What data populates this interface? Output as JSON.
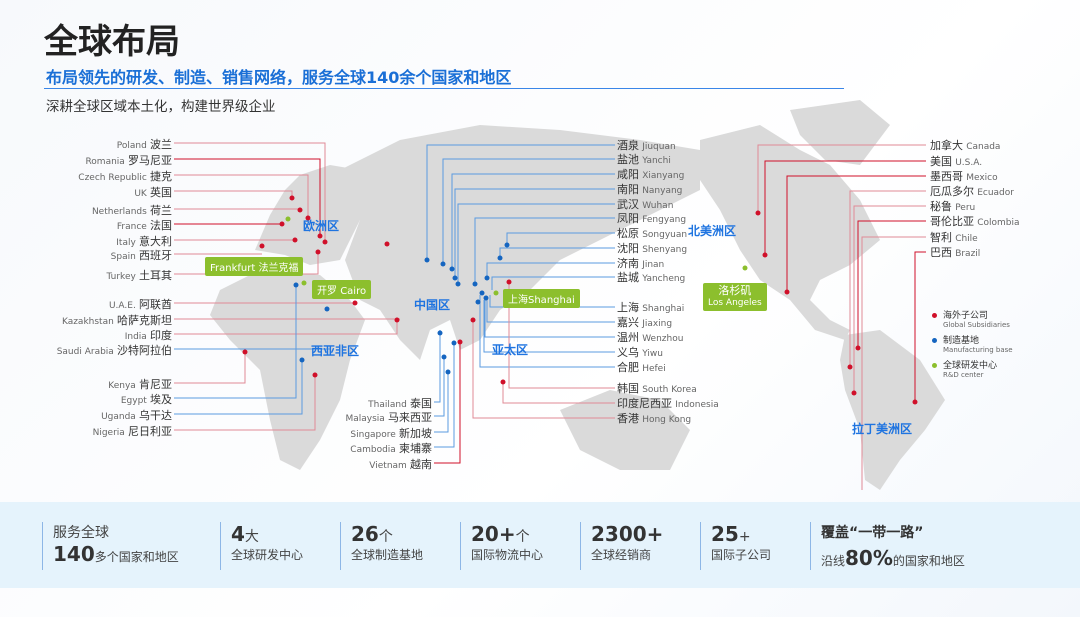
{
  "header": {
    "title": "全球布局",
    "subtitle": "布局领先的研发、制造、销售网络，服务全球140余个国家和地区",
    "tagline": "深耕全球区域本土化，构建世界级企业"
  },
  "colors": {
    "subsidiary": "#d0102a",
    "manufacturing": "#1565c0",
    "rd": "#8cbf2d",
    "accent": "#1f74e0"
  },
  "regions": {
    "europe": "欧洲区",
    "west_asia_africa": "西亚非区",
    "china": "中国区",
    "apac": "亚太区",
    "north_america": "北美洲区",
    "latin_america": "拉丁美洲区"
  },
  "rd_centers": {
    "frankfurt_en": "Frankfurt",
    "frankfurt_zh": "法兰克福",
    "cairo_zh": "开罗",
    "cairo_en": "Cairo",
    "shanghai_zh": "上海",
    "shanghai_en": "Shanghai",
    "la_zh": "洛杉矶",
    "la_en": "Los Angeles"
  },
  "left_labels": [
    {
      "en": "Poland",
      "zh": "波兰"
    },
    {
      "en": "Romania",
      "zh": "罗马尼亚"
    },
    {
      "en": "Czech Republic",
      "zh": "捷克"
    },
    {
      "en": "UK",
      "zh": "英国"
    },
    {
      "en": "Netherlands",
      "zh": "荷兰"
    },
    {
      "en": "France",
      "zh": "法国"
    },
    {
      "en": "Italy",
      "zh": "意大利"
    },
    {
      "en": "Spain",
      "zh": "西班牙"
    },
    {
      "en": "Turkey",
      "zh": "土耳其"
    },
    {
      "en": "U.A.E.",
      "zh": "阿联酋"
    },
    {
      "en": "Kazakhstan",
      "zh": "哈萨克斯坦"
    },
    {
      "en": "India",
      "zh": "印度"
    },
    {
      "en": "Saudi Arabia",
      "zh": "沙特阿拉伯"
    },
    {
      "en": "Kenya",
      "zh": "肯尼亚"
    },
    {
      "en": "Egypt",
      "zh": "埃及"
    },
    {
      "en": "Uganda",
      "zh": "乌干达"
    },
    {
      "en": "Nigeria",
      "zh": "尼日利亚"
    }
  ],
  "sea_labels": [
    {
      "en": "Thailand",
      "zh": "泰国"
    },
    {
      "en": "Malaysia",
      "zh": "马来西亚"
    },
    {
      "en": "Singapore",
      "zh": "新加坡"
    },
    {
      "en": "Cambodia",
      "zh": "柬埔寨"
    },
    {
      "en": "Vietnam",
      "zh": "越南"
    }
  ],
  "china_labels": [
    {
      "zh": "酒泉",
      "en": "Jiuquan"
    },
    {
      "zh": "盐池",
      "en": "Yanchi"
    },
    {
      "zh": "咸阳",
      "en": "Xianyang"
    },
    {
      "zh": "南阳",
      "en": "Nanyang"
    },
    {
      "zh": "武汉",
      "en": "Wuhan"
    },
    {
      "zh": "凤阳",
      "en": "Fengyang"
    },
    {
      "zh": "松原",
      "en": "Songyuan"
    },
    {
      "zh": "沈阳",
      "en": "Shenyang"
    },
    {
      "zh": "济南",
      "en": "Jinan"
    },
    {
      "zh": "盐城",
      "en": "Yancheng"
    }
  ],
  "china_labels2": [
    {
      "zh": "上海",
      "en": "Shanghai"
    },
    {
      "zh": "嘉兴",
      "en": "Jiaxing"
    },
    {
      "zh": "温州",
      "en": "Wenzhou"
    },
    {
      "zh": "义乌",
      "en": "Yiwu"
    },
    {
      "zh": "合肥",
      "en": "Hefei"
    },
    {
      "zh": "韩国",
      "en": "South Korea"
    },
    {
      "zh": "印度尼西亚",
      "en": "Indonesia"
    },
    {
      "zh": "香港",
      "en": "Hong Kong"
    }
  ],
  "america_labels": [
    {
      "zh": "加拿大",
      "en": "Canada"
    },
    {
      "zh": "美国",
      "en": "U.S.A."
    },
    {
      "zh": "墨西哥",
      "en": "Mexico"
    },
    {
      "zh": "厄瓜多尔",
      "en": "Ecuador"
    },
    {
      "zh": "秘鲁",
      "en": "Peru"
    },
    {
      "zh": "哥伦比亚",
      "en": "Colombia"
    },
    {
      "zh": "智利",
      "en": "Chile"
    },
    {
      "zh": "巴西",
      "en": "Brazil"
    }
  ],
  "legend": [
    {
      "zh": "海外子公司",
      "en": "Global Subsidiaries",
      "color": "#d0102a"
    },
    {
      "zh": "制造基地",
      "en": "Manufacturing base",
      "color": "#1565c0"
    },
    {
      "zh": "全球研发中心",
      "en": "R&D center",
      "color": "#8cbf2d"
    }
  ],
  "stats": [
    {
      "top": "服务全球",
      "big": "140",
      "unit": "多个国家和地区"
    },
    {
      "big": "4",
      "unit": "大",
      "bottom": "全球研发中心"
    },
    {
      "big": "26",
      "unit": "个",
      "bottom": "全球制造基地"
    },
    {
      "big": "20+",
      "unit": "个",
      "bottom": "国际物流中心"
    },
    {
      "big": "2300+",
      "unit": "",
      "bottom": "全球经销商"
    },
    {
      "big": "25",
      "unit": "+",
      "bottom": "国际子公司"
    },
    {
      "top": "覆盖“一带一路”",
      "pre": "沿线",
      "big": "80%",
      "unit": "的国家和地区"
    }
  ]
}
